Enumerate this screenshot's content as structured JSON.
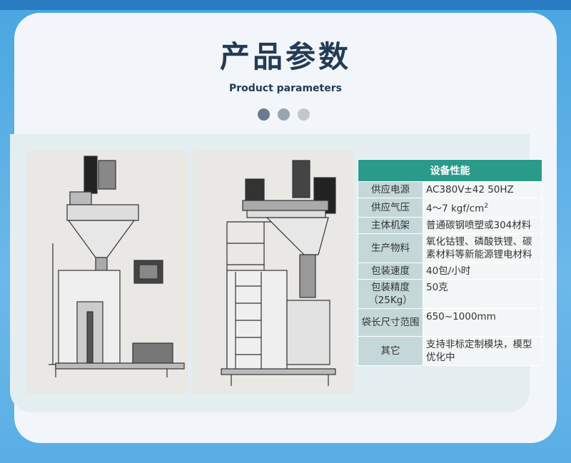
{
  "header": {
    "title": "产品参数",
    "subtitle": "Product parameters"
  },
  "dots": [
    "#6b7b8c",
    "#9aa4ae",
    "#c2c7cd"
  ],
  "images": {
    "left": "machine-front-view",
    "right": "machine-side-view"
  },
  "spec": {
    "heading": "设备性能",
    "rows": [
      {
        "key": "供应电源",
        "value": "AC380V±42  50HZ"
      },
      {
        "key": "供应气压",
        "value": "4～7 kgf/cm",
        "sup": "2"
      },
      {
        "key": "主体机架",
        "value": "普通碳钢喷塑或304材料"
      },
      {
        "key": "生产物料",
        "value": "氧化钴锂、磷酸铁锂、碳素材料等新能源锂电材料"
      },
      {
        "key": "包装速度",
        "value": "40包/小时"
      },
      {
        "key": "包装精度（25Kg）",
        "value": "50克"
      },
      {
        "key": "袋长尺寸范围",
        "value": "650~1000mm"
      },
      {
        "key": "其它",
        "value": "支持非标定制模块，模型优化中"
      }
    ]
  },
  "colors": {
    "accent": "#2a9a8a",
    "title": "#243b55",
    "background": "#4aa6e0"
  }
}
